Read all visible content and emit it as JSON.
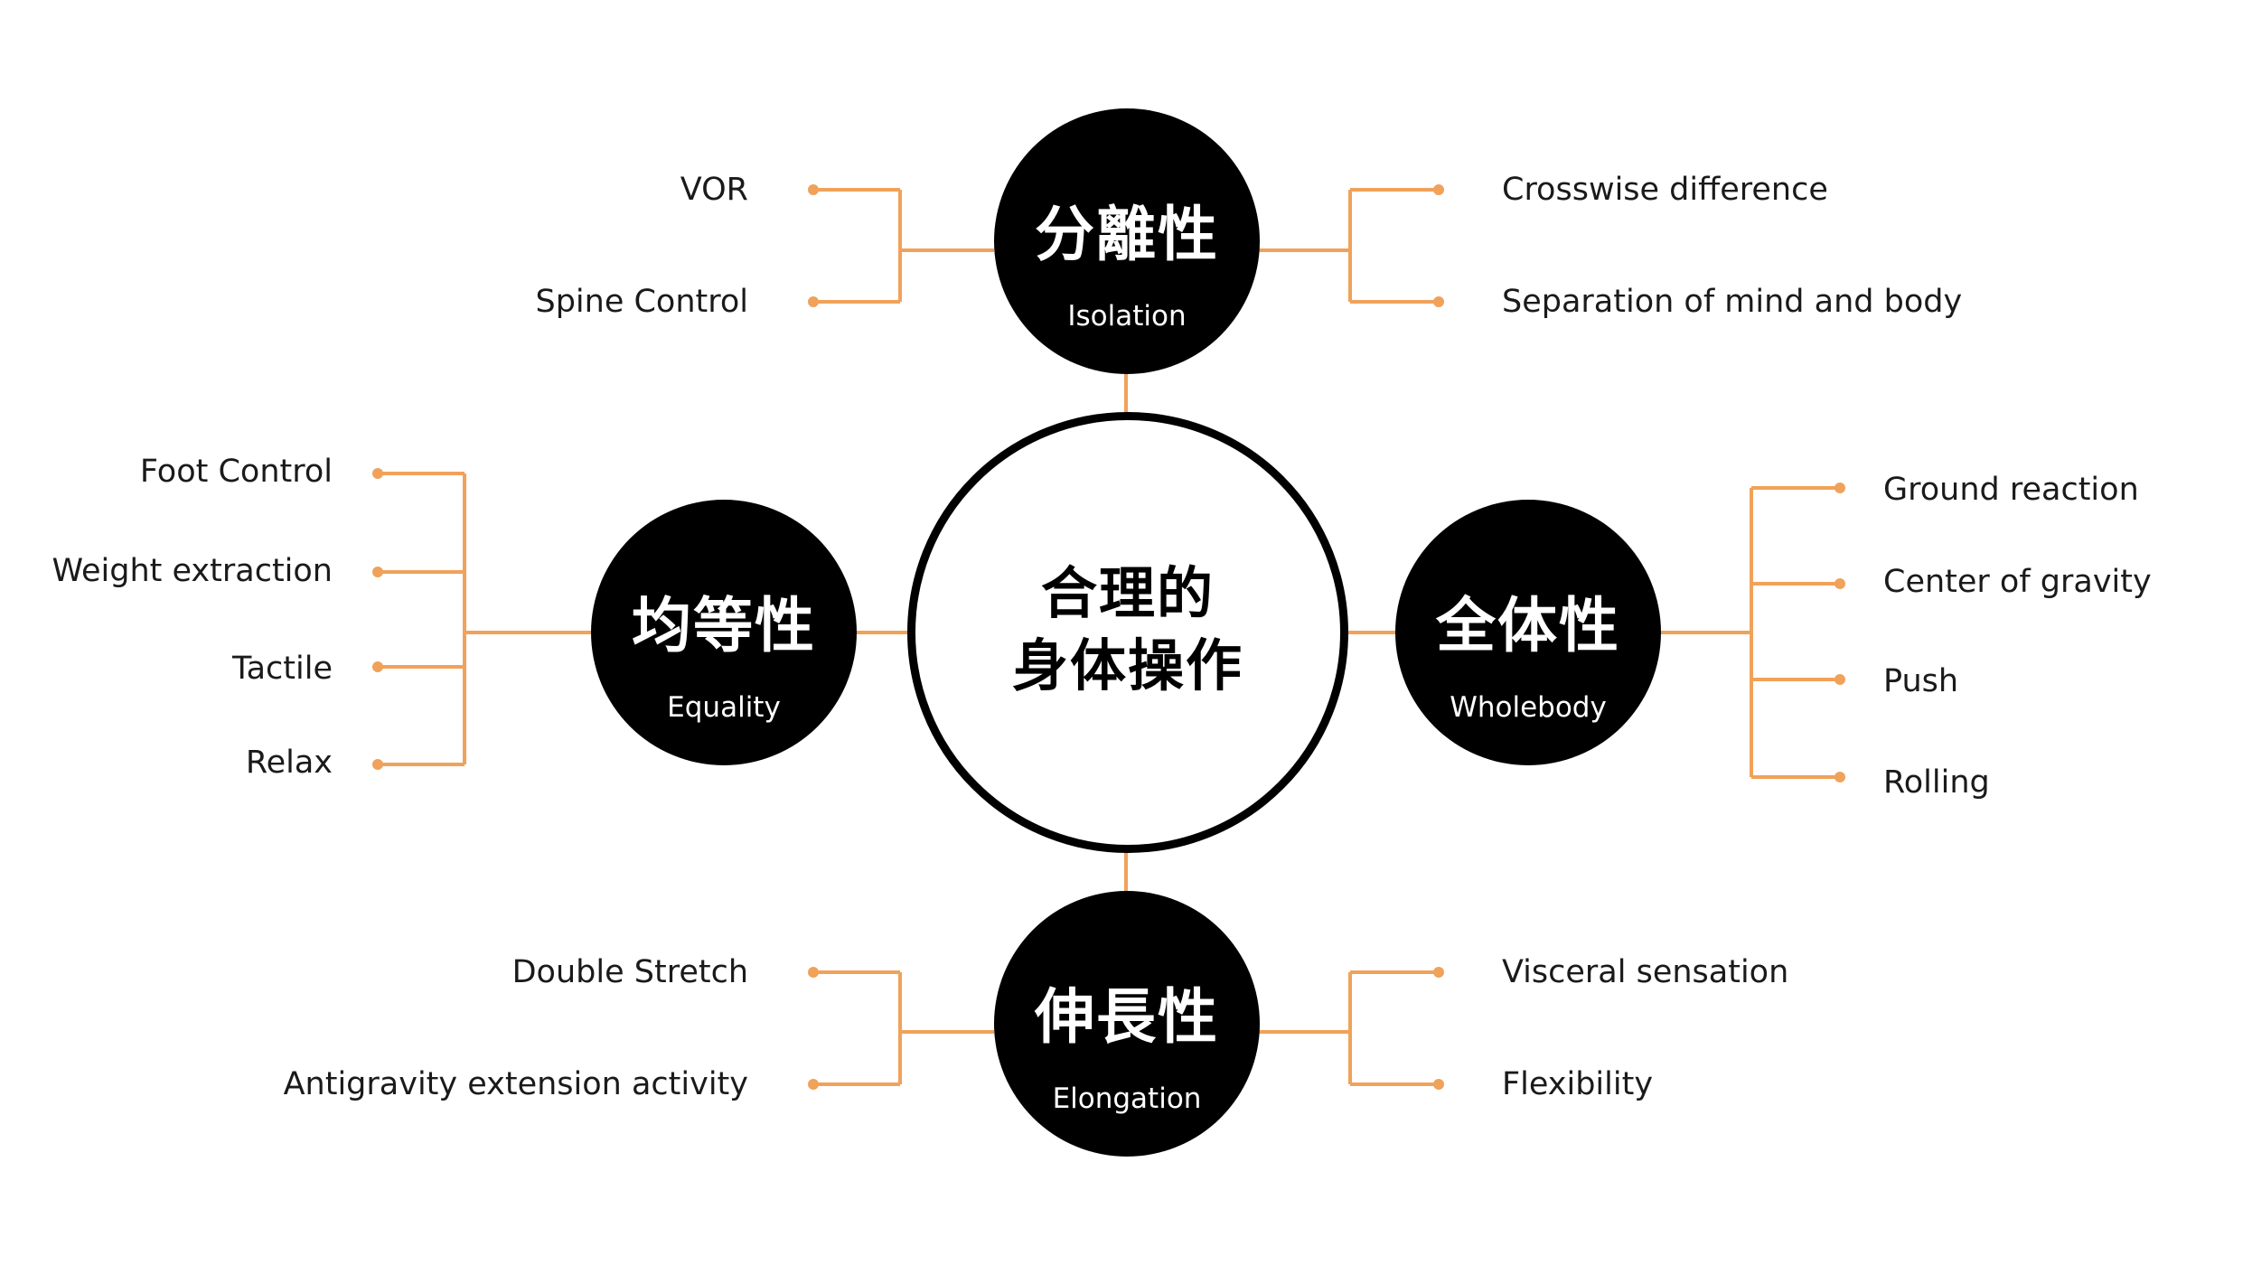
{
  "colors": {
    "connector": "#F0A25A",
    "node_fill": "#000000",
    "node_text": "#FFFFFF",
    "center_border": "#000000",
    "leaf_text": "#1A1A1A"
  },
  "center": {
    "line1": "合理的",
    "line2": "身体操作"
  },
  "nodes": {
    "isolation": {
      "kanji": "分離性",
      "label": "Isolation",
      "left_items": [
        "VOR",
        "Spine Control"
      ],
      "right_items": [
        "Crosswise difference",
        "Separation of mind and body"
      ]
    },
    "equality": {
      "kanji": "均等性",
      "label": "Equality",
      "items": [
        "Foot Control",
        "Weight extraction",
        "Tactile",
        "Relax"
      ]
    },
    "wholebody": {
      "kanji": "全体性",
      "label": "Wholebody",
      "items": [
        "Ground reaction",
        "Center of gravity",
        "Push",
        "Rolling"
      ]
    },
    "elongation": {
      "kanji": "伸長性",
      "label": "Elongation",
      "left_items": [
        "Double Stretch",
        "Antigravity extension activity"
      ],
      "right_items": [
        "Visceral sensation",
        "Flexibility"
      ]
    }
  }
}
